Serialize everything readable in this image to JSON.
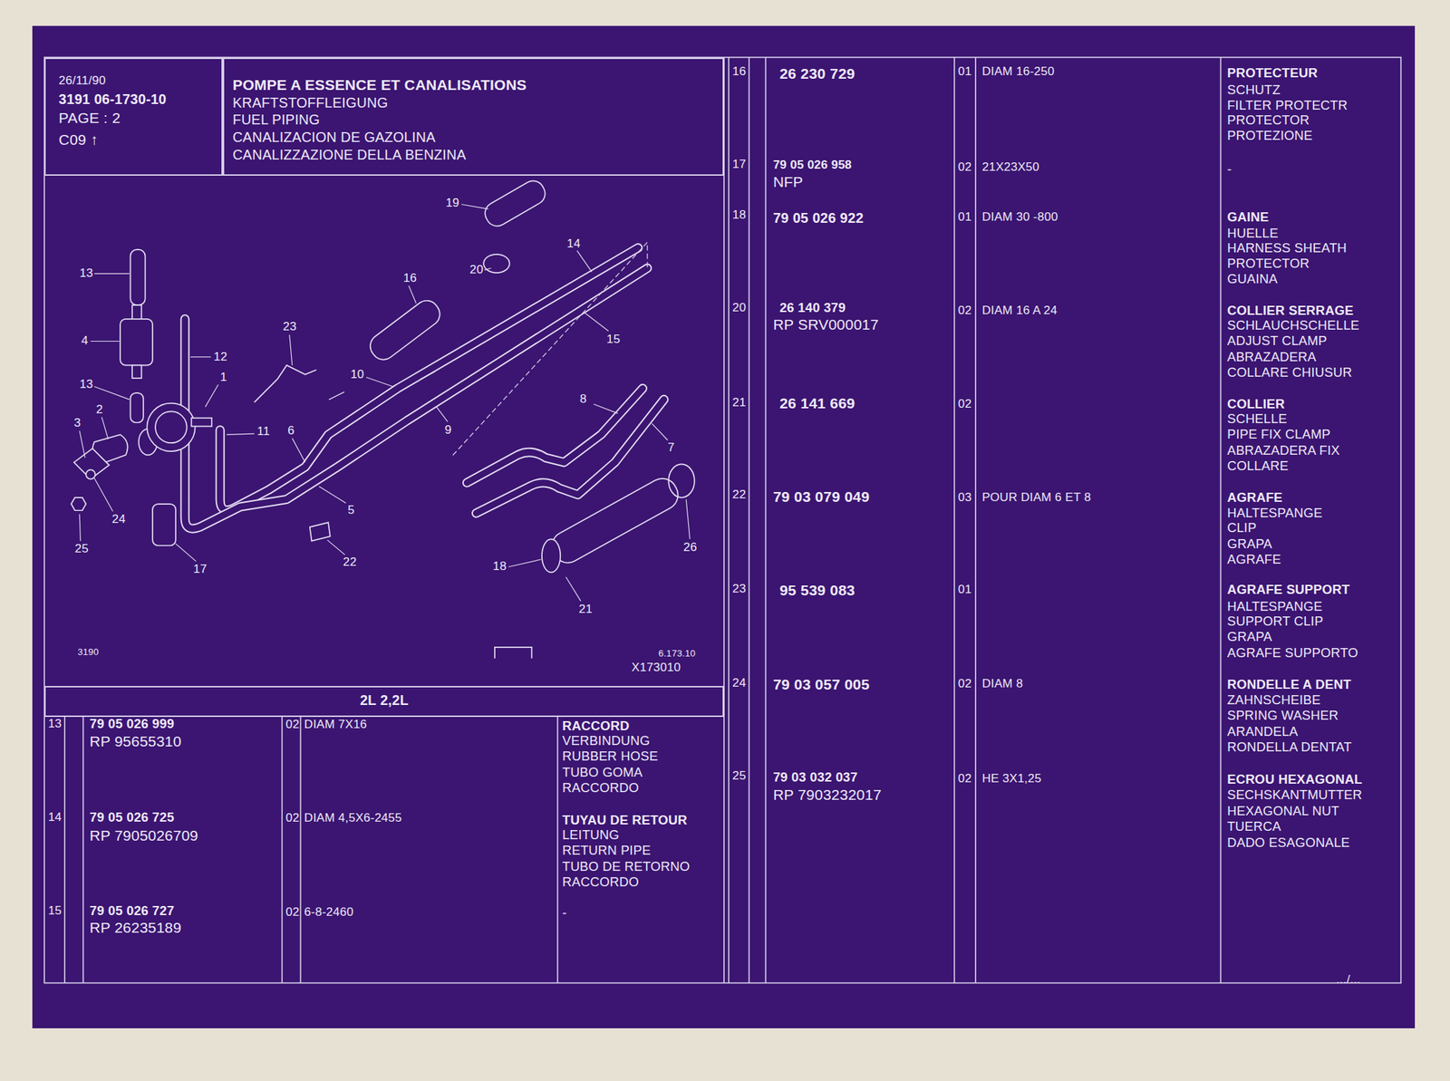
{
  "diagram": {
    "title": "POMPE A ESSENCE ET CANALISATIONS",
    "nodes": [
      {
        "text": [
          "26/11/90",
          "3191 06-1730-10",
          "PAGE : 2",
          "C09 ↑"
        ]
      },
      {
        "text": [
          "KRAFTSTOFFLEIGUNG",
          "FUEL PIPING",
          "CANALIZACION DE GAZOLINA",
          "CANALIZZAZIONE DELLA BENZINA"
        ]
      },
      {
        "text": [
          "2L 2,2L"
        ]
      }
    ],
    "labels": [
      "19",
      "14",
      "16",
      "20",
      "13",
      "23",
      "15",
      "4",
      "12",
      "1",
      "10",
      "13",
      "2",
      "3",
      "11",
      "6",
      "9",
      "8",
      "7",
      "5",
      "24",
      "25",
      "17",
      "22",
      "18",
      "26",
      "21",
      "3190",
      "6.173.10",
      "X173010",
      "13",
      "79 05 026 999",
      "RP 95655310",
      "02",
      "DIAM 7X16",
      "RACCORD",
      "VERBINDUNG",
      "RUBBER HOSE",
      "TUBO GOMA",
      "RACCORDO",
      "14",
      "79 05 026 725",
      "RP 7905026709",
      "02",
      "DIAM 4,5X6-2455",
      "TUYAU DE RETOUR",
      "LEITUNG",
      "RETURN PIPE",
      "TUBO DE RETORNO",
      "RACCORDO",
      "15",
      "79 05 026 727",
      "RP 26235189",
      "02",
      "6-8-2460",
      "-",
      "16",
      "26 230 729",
      "01",
      "DIAM 16-250",
      "PROTECTEUR",
      "SCHUTZ",
      "FILTER PROTECTR",
      "PROTECTOR",
      "PROTEZIONE",
      "17",
      "79 05 026 958",
      "NFP",
      "02",
      "21X23X50",
      "-",
      "18",
      "79 05 026 922",
      "01",
      "DIAM 30 -800",
      "GAINE",
      "HUELLE",
      "HARNESS SHEATH",
      "PROTECTOR",
      "GUAINA",
      "20",
      "26 140 379",
      "RP SRV000017",
      "02",
      "DIAM 16 A 24",
      "COLLIER SERRAGE",
      "SCHLAUCHSCHELLE",
      "ADJUST CLAMP",
      "ABRAZADERA",
      "COLLARE CHIUSUR",
      "21",
      "26 141 669",
      "02",
      "COLLIER",
      "SCHELLE",
      "PIPE FIX CLAMP",
      "ABRAZADERA FIX",
      "COLLARE",
      "22",
      "79 03 079 049",
      "03",
      "POUR DIAM 6 ET 8",
      "AGRAFE",
      "HALTESPANGE",
      "CLIP",
      "GRAPA",
      "AGRAFE",
      "23",
      "95 539 083",
      "01",
      "AGRAFE SUPPORT",
      "HALTESPANGE",
      "SUPPORT CLIP",
      "GRAPA",
      "AGRAFE SUPPORTO",
      "24",
      "79 03 057 005",
      "02",
      "DIAM 8",
      "RONDELLE A DENT",
      "ZAHNSCHEIBE",
      "SPRING WASHER",
      "ARANDELA",
      "RONDELLA DENTAT",
      "25",
      "79 03 032 037",
      "RP 7903232017",
      "02",
      "HE 3X1,25",
      "ECROU HEXAGONAL",
      "SECHSKANTMUTTER",
      "HEXAGONAL NUT",
      "TUERCA",
      "DADO ESAGONALE",
      ".../..."
    ]
  }
}
